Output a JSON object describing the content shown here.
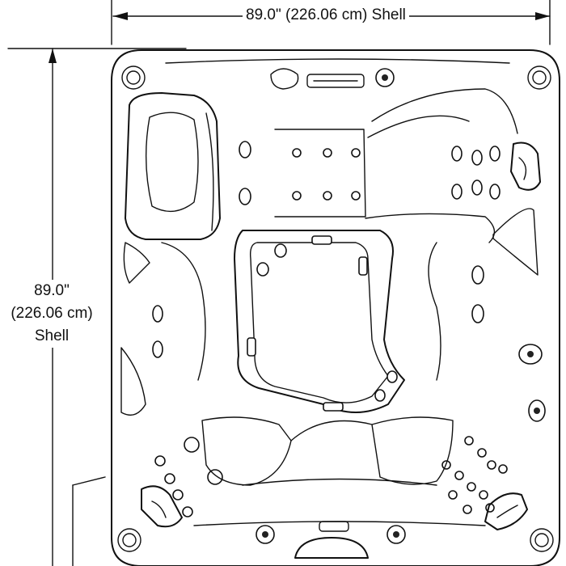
{
  "dimensions": {
    "width_label": "89.0\" (226.06 cm) Shell",
    "height_label_lines": [
      "89.0\"",
      "(226.06 cm)",
      "Shell"
    ]
  }
}
